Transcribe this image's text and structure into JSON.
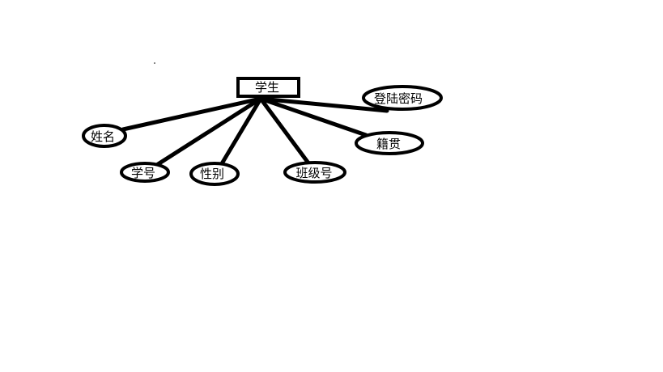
{
  "diagram": {
    "entity": {
      "label": "学生"
    },
    "attributes": [
      {
        "id": "name",
        "label": "姓名"
      },
      {
        "id": "student-id",
        "label": "学号"
      },
      {
        "id": "gender",
        "label": "性别"
      },
      {
        "id": "class-id",
        "label": "班级号"
      },
      {
        "id": "hometown",
        "label": "籍贯"
      },
      {
        "id": "login-password",
        "label": "登陆密码"
      }
    ]
  },
  "colors": {
    "stroke": "#000000",
    "background": "#ffffff",
    "text": "#000000"
  }
}
